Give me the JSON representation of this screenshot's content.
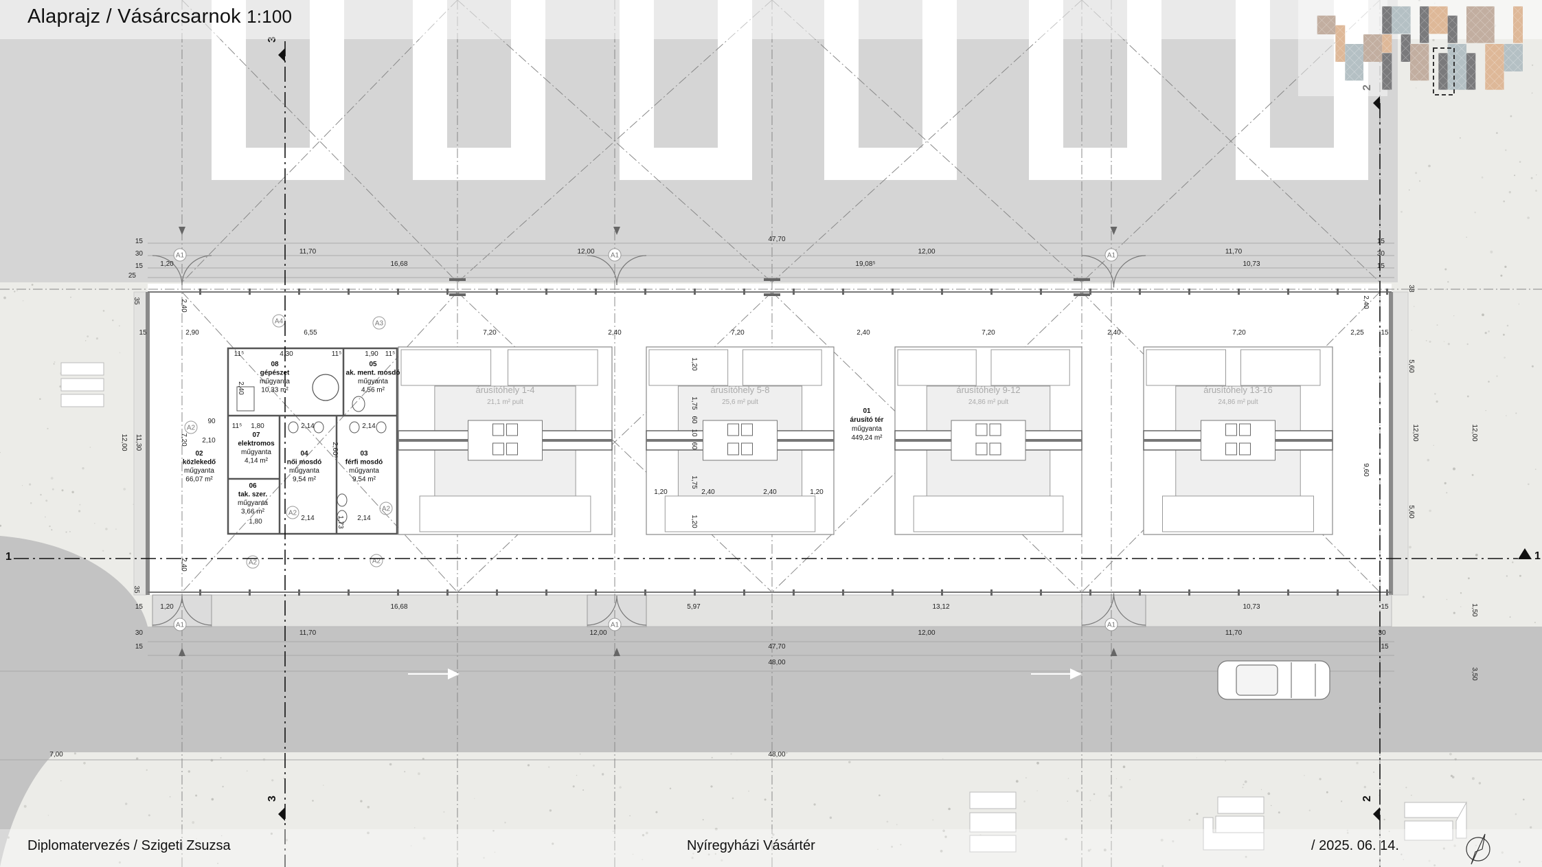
{
  "header": {
    "title": "Alaprajz / Vásárcsarnok",
    "scale": "1:100"
  },
  "footer": {
    "author": "Diplomatervezés / Szigeti Zsuzsa",
    "project": "Nyíregyházi Vásártér",
    "date": "/ 2025. 06. 14."
  },
  "rooms": [
    {
      "num": "01",
      "name": "árusító tér",
      "material": "műgyanta",
      "area": "449,24 m²"
    },
    {
      "num": "02",
      "name": "közlekedő",
      "material": "műgyanta",
      "area": "66,07 m²"
    },
    {
      "num": "03",
      "name": "férfi mosdó",
      "material": "műgyanta",
      "area": "9,54 m²"
    },
    {
      "num": "04",
      "name": "női mosdó",
      "material": "műgyanta",
      "area": "9,54 m²"
    },
    {
      "num": "05",
      "name": "ak. ment. mosdó",
      "material": "műgyanta",
      "area": "4,56 m²"
    },
    {
      "num": "06",
      "name": "tak. szer.",
      "material": "műgyanta",
      "area": "3,66 m²"
    },
    {
      "num": "07",
      "name": "elektromos",
      "material": "műgyanta",
      "area": "4,14 m²"
    },
    {
      "num": "08",
      "name": "gépészet",
      "material": "műgyanta",
      "area": "10,33 m²"
    }
  ],
  "stalls": [
    {
      "name": "árusítóhely 1-4",
      "area": "21,1 m² pult"
    },
    {
      "name": "árusítóhely 5-8",
      "area": "25,6 m² pult"
    },
    {
      "name": "árusítóhely 9-12",
      "area": "24,86 m² pult"
    },
    {
      "name": "árusítóhely 13-16",
      "area": "24,86 m² pult"
    }
  ],
  "door_tags": [
    "A1",
    "A1",
    "A1",
    "A1",
    "A1",
    "A1",
    "A4",
    "A3",
    "A2",
    "A2",
    "A2",
    "A2",
    "A2"
  ],
  "section_markers": [
    "3",
    "3",
    "2",
    "2",
    "1",
    "1"
  ],
  "dimensions": {
    "top": [
      "15",
      "30",
      "15",
      "25",
      "47,70",
      "11,70",
      "12,00",
      "12,00",
      "11,70",
      "1,20",
      "16,68",
      "19,08⁵",
      "10,73",
      "15",
      "30",
      "15"
    ],
    "interior": [
      "15",
      "2,90",
      "6,55",
      "7,20",
      "2,40",
      "7,20",
      "2,40",
      "7,20",
      "2,40",
      "7,20",
      "2,25",
      "15"
    ],
    "vertical": [
      "2,40",
      "7,20",
      "2,40",
      "9,60",
      "5,60",
      "5,60",
      "12,00",
      "12,00",
      "12,00",
      "11,30",
      "38",
      "35",
      "35",
      "1,50",
      "3,50",
      "2,40"
    ],
    "bottom": [
      "15",
      "1,20",
      "16,68",
      "5,97",
      "13,12",
      "10,73",
      "15",
      "30",
      "11,70",
      "12,00",
      "12,00",
      "11,70",
      "30",
      "15",
      "47,70",
      "15",
      "48,00",
      "7,00",
      "48,00"
    ],
    "stall_h": [
      "1,20",
      "2,40",
      "2,40",
      "1,20"
    ],
    "stall_v": [
      "1,20",
      "1,75",
      "60",
      "10",
      "60",
      "1,75",
      "1,20"
    ],
    "core": [
      "4,30",
      "1,90",
      "1,80",
      "2,14",
      "2,14",
      "1,80",
      "2,14",
      "2,14",
      "11⁵",
      "11⁵",
      "11⁵",
      "11⁵",
      "2,40",
      "90",
      "2,10",
      "2,60⁵",
      "1,73"
    ]
  },
  "logo_colors": {
    "tan": "#c2aea0",
    "orange": "#deb898",
    "blue": "#b4c0c4",
    "dark": "#7a7a7c"
  }
}
